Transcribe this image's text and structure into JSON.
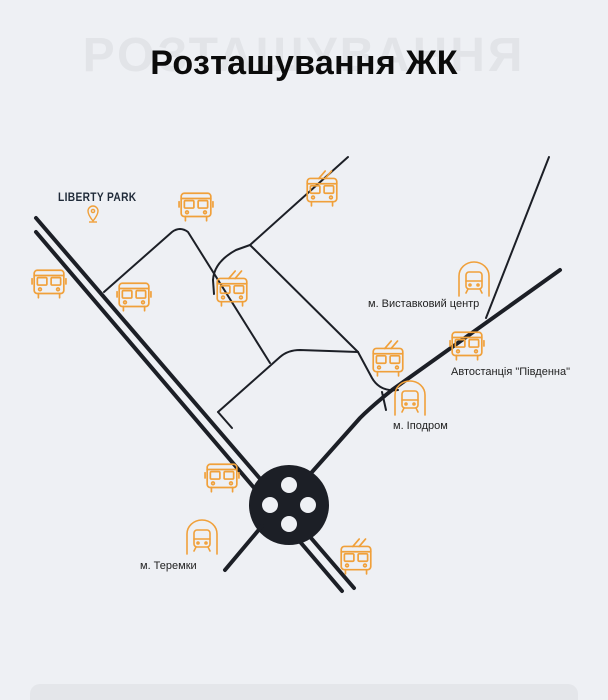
{
  "header": {
    "watermark": "Розташування",
    "title": "Розташування ЖК"
  },
  "map": {
    "park_label": "LIBERTY PARK",
    "labels": {
      "vystavkovyi": "м. Виставковий центр",
      "avtostantsiia": "Автостанція \"Південна\"",
      "ipodrom": "м. Іподром",
      "teremky": "м. Теремки"
    },
    "icons": {
      "bus": "bus-icon",
      "trolleybus": "trolleybus-icon",
      "metro": "metro-train-icon",
      "location": "location-pin-icon"
    },
    "colors": {
      "background": "#eef0f4",
      "road": "#1c1f26",
      "accent": "#f0a03a"
    }
  }
}
